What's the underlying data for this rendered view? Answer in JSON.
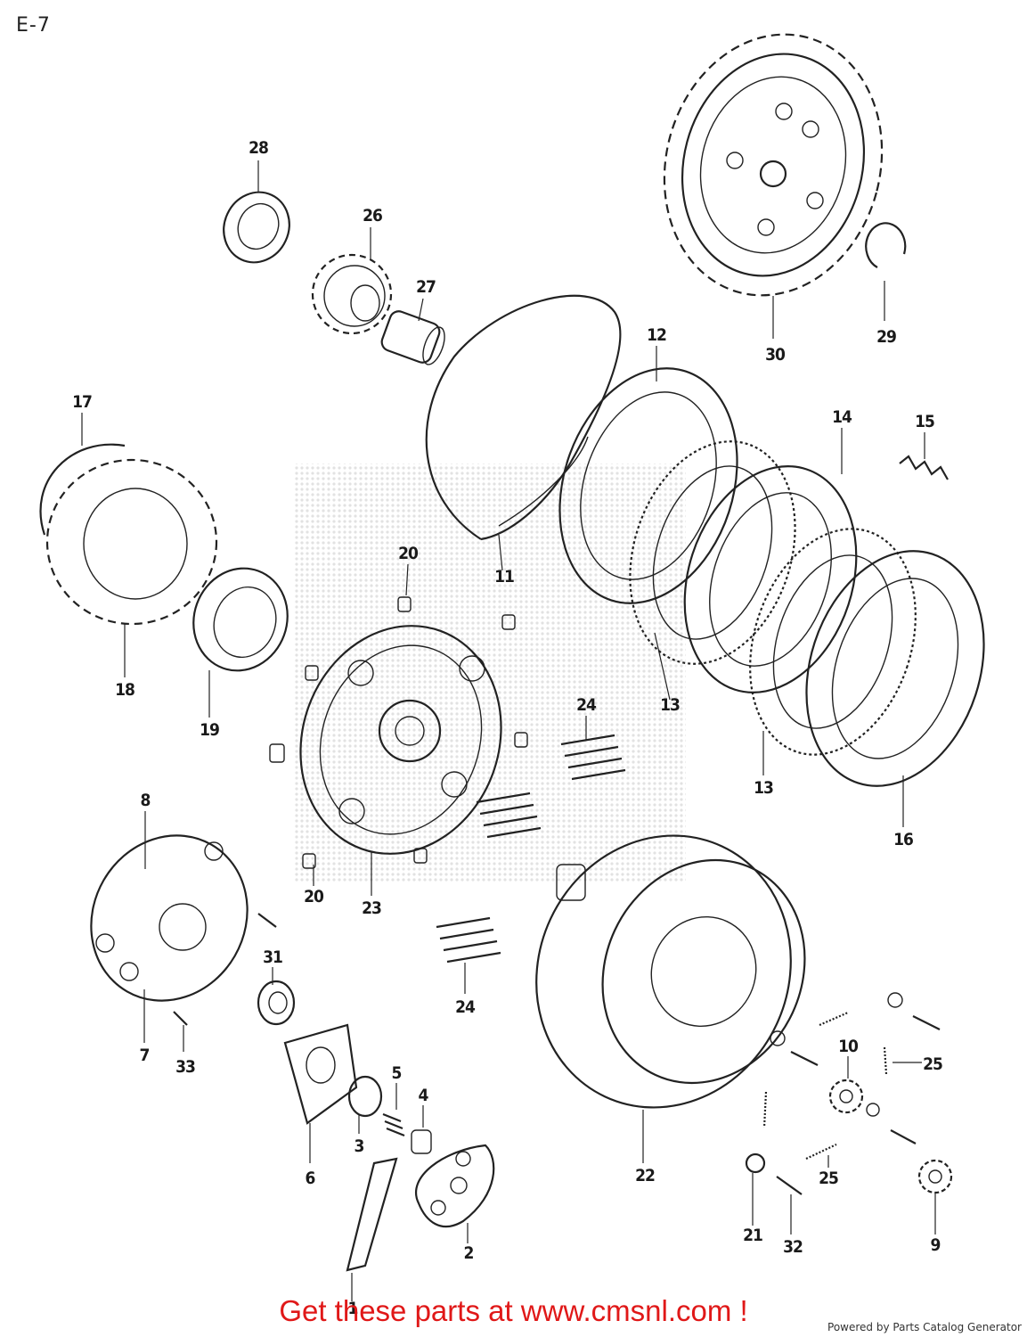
{
  "page": {
    "label": "E-7",
    "promo_text": "Get these parts at www.cmsnl.com !",
    "credit_text": "Powered by Parts Catalog Generator",
    "promo_color": "#e01818"
  },
  "callouts": [
    {
      "id": "c28",
      "text": "28"
    },
    {
      "id": "c26",
      "text": "26"
    },
    {
      "id": "c27",
      "text": "27"
    },
    {
      "id": "c30",
      "text": "30"
    },
    {
      "id": "c29",
      "text": "29"
    },
    {
      "id": "c12",
      "text": "12"
    },
    {
      "id": "c17",
      "text": "17"
    },
    {
      "id": "c14",
      "text": "14"
    },
    {
      "id": "c15",
      "text": "15"
    },
    {
      "id": "c11",
      "text": "11"
    },
    {
      "id": "c20a",
      "text": "20"
    },
    {
      "id": "c18",
      "text": "18"
    },
    {
      "id": "c19",
      "text": "19"
    },
    {
      "id": "c24a",
      "text": "24"
    },
    {
      "id": "c13a",
      "text": "13"
    },
    {
      "id": "c13b",
      "text": "13"
    },
    {
      "id": "c16",
      "text": "16"
    },
    {
      "id": "c8",
      "text": "8"
    },
    {
      "id": "c20b",
      "text": "20"
    },
    {
      "id": "c23",
      "text": "23"
    },
    {
      "id": "c31",
      "text": "31"
    },
    {
      "id": "c24b",
      "text": "24"
    },
    {
      "id": "c7",
      "text": "7"
    },
    {
      "id": "c33",
      "text": "33"
    },
    {
      "id": "c10",
      "text": "10"
    },
    {
      "id": "c25a",
      "text": "25"
    },
    {
      "id": "c5",
      "text": "5"
    },
    {
      "id": "c4",
      "text": "4"
    },
    {
      "id": "c3",
      "text": "3"
    },
    {
      "id": "c6",
      "text": "6"
    },
    {
      "id": "c22",
      "text": "22"
    },
    {
      "id": "c25b",
      "text": "25"
    },
    {
      "id": "c21",
      "text": "21"
    },
    {
      "id": "c32",
      "text": "32"
    },
    {
      "id": "c9",
      "text": "9"
    },
    {
      "id": "c2",
      "text": "2"
    },
    {
      "id": "c1",
      "text": "1"
    }
  ]
}
